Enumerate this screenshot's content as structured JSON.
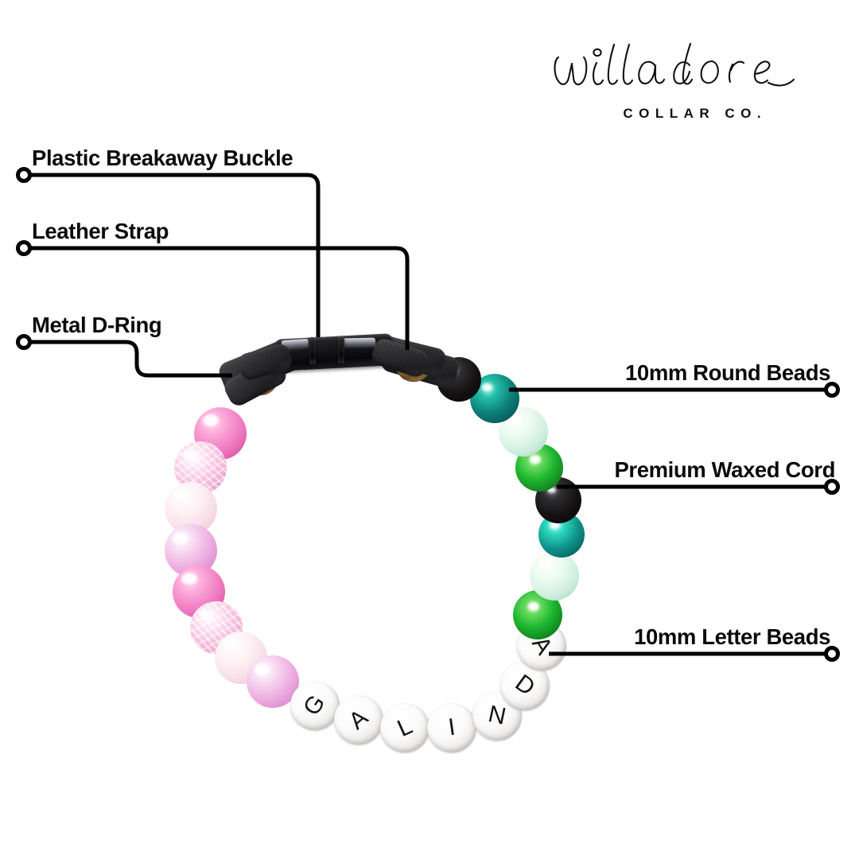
{
  "brand": {
    "wordmark": "willadore",
    "tagline": "COLLAR CO."
  },
  "callouts": [
    {
      "id": "plastic-breakaway-buckle",
      "label": "Plastic Breakaway Buckle",
      "side": "left",
      "marker": "dot-marker"
    },
    {
      "id": "leather-strap",
      "label": "Leather Strap",
      "side": "left",
      "marker": "dot-marker"
    },
    {
      "id": "metal-d-ring",
      "label": "Metal D-Ring",
      "side": "left",
      "marker": "dot-marker"
    },
    {
      "id": "round-beads",
      "label": "10mm Round Beads",
      "side": "right",
      "marker": "dot-marker"
    },
    {
      "id": "premium-waxed-cord",
      "label": "Premium Waxed Cord",
      "side": "right",
      "marker": "dot-marker"
    },
    {
      "id": "letter-beads",
      "label": "10mm Letter Beads",
      "side": "right",
      "marker": "dot-marker"
    }
  ],
  "product": {
    "type": "beaded dog collar",
    "personalized_name": "GALINDA",
    "name_letters": [
      "G",
      "A",
      "L",
      "I",
      "N",
      "D",
      "A"
    ],
    "bead_size_mm": 10,
    "colors": {
      "hot_pink": "#F07BC1",
      "crackle_pink": "#F3B9D9",
      "pale_pink": "#FBE6EC",
      "lilac_pink": "#E9A6DD",
      "deep_teal": "#12786F",
      "mint_green": "#CDEEDB",
      "bright_green": "#15A62B",
      "black_bead": "#141113",
      "letter_bead_white": "#FFFFFF",
      "letter_glyph": "#17140F",
      "leather_black": "#2E2E31",
      "buckle_black": "#151517",
      "dring_brass": "#A9793F",
      "line_black": "#000000",
      "background": "#FFFFFF"
    },
    "bead_sequence_left_pink": [
      "hot_pink",
      "crackle_pink",
      "pale_pink",
      "lilac_pink",
      "hot_pink",
      "crackle_pink",
      "pale_pink",
      "lilac_pink"
    ],
    "bead_sequence_right_green": [
      "black_bead",
      "deep_teal",
      "mint_green",
      "bright_green",
      "black_bead",
      "deep_teal",
      "mint_green",
      "bright_green"
    ],
    "hardware": [
      "plastic breakaway buckle",
      "leather strap",
      "metal D-ring"
    ]
  }
}
